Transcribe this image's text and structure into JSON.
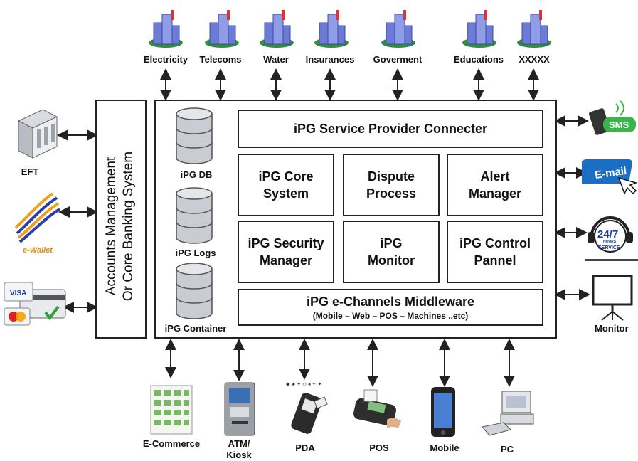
{
  "providers": [
    {
      "label": "Electricity"
    },
    {
      "label": "Telecoms"
    },
    {
      "label": "Water"
    },
    {
      "label": "Insurances"
    },
    {
      "label": "Goverment"
    },
    {
      "label": "Educations"
    },
    {
      "label": "XXXXX"
    }
  ],
  "left_channels": {
    "eft": "EFT",
    "ewallet": "e-Wallet",
    "visa": "VISA",
    "mastercard": "MasterCard"
  },
  "accounts_box": {
    "line1": "Accounts Management",
    "line2": "Or Core Banking System"
  },
  "databases": {
    "db": "iPG DB",
    "logs": "iPG Logs",
    "container": "iPG Container"
  },
  "blocks": {
    "connecter": "iPG Service Provider Connecter",
    "core_l1": "iPG Core",
    "core_l2": "System",
    "dispute_l1": "Dispute",
    "dispute_l2": "Process",
    "alert_l1": "Alert",
    "alert_l2": "Manager",
    "security_l1": "iPG Security",
    "security_l2": "Manager",
    "monitor_l1": "iPG",
    "monitor_l2": "Monitor",
    "control_l1": "iPG Control",
    "control_l2": "Pannel",
    "middleware": "iPG e-Channels Middleware",
    "middleware_sub": "(Mobile – Web – POS – Machines ..etc)"
  },
  "right_channels": {
    "sms": "SMS",
    "email": "E-mail",
    "support": "24/7",
    "support_hours": "HOURS",
    "support_service": "SERVICE",
    "monitor": "Monitor"
  },
  "bottom_channels": [
    {
      "label": "E-Commerce"
    },
    {
      "label": "ATM/"
    },
    {
      "label": "Kiosk"
    },
    {
      "label": "PDA"
    },
    {
      "label": "POS"
    },
    {
      "label": "Mobile"
    },
    {
      "label": "PC"
    }
  ],
  "colors": {
    "line": "#222222",
    "db_fill": "#c9ccd2",
    "building": "#6b7bd6",
    "building_dark": "#3e4aa8",
    "grass": "#2f8f3a",
    "sms_green": "#39b54a",
    "email_blue": "#1b6ec2",
    "ewallet_orange": "#f0a020"
  }
}
